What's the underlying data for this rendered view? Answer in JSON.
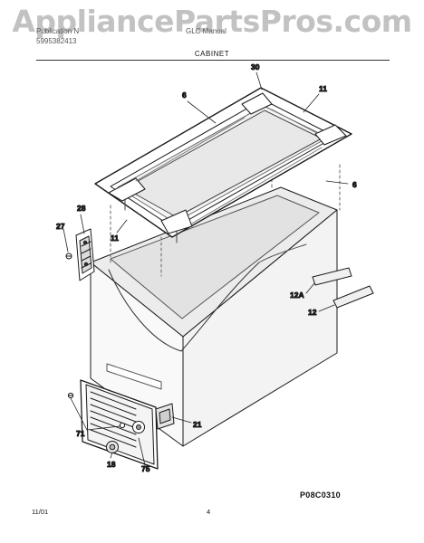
{
  "watermark": "AppliancePartsPros.com",
  "header": {
    "left_line1": "Publication N",
    "left_line2": "5995382413",
    "right_line1": "GLC Manual",
    "title": "CABINET"
  },
  "callouts": {
    "c30": "30",
    "c6_top": "6",
    "c11_top": "11",
    "c6_right": "6",
    "c28": "28",
    "c27": "27",
    "c11_left": "11",
    "c12a": "12A",
    "c12": "12",
    "c21": "21",
    "c71": "71",
    "c18": "18",
    "c75": "75"
  },
  "drawing_code": "P08C0310",
  "footer": {
    "date": "11/01",
    "page": "4"
  }
}
